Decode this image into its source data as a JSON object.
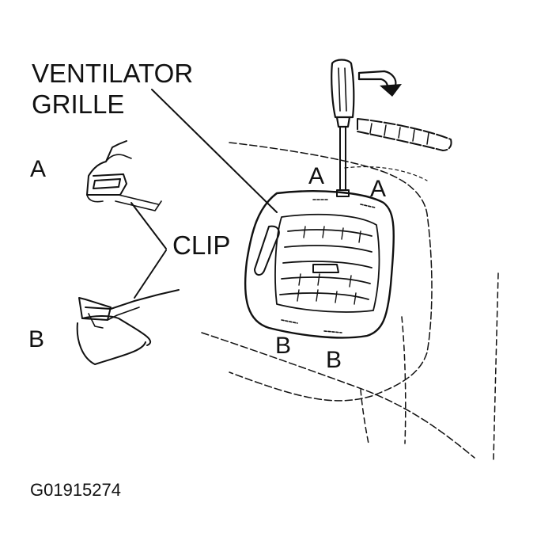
{
  "labels": {
    "title_line1": "VENTILATOR",
    "title_line2": "GRILLE",
    "clip": "CLIP",
    "a_left": "A",
    "b_left": "B",
    "a_top_left": "A",
    "a_top_right": "A",
    "b_bottom_left": "B",
    "b_bottom_right": "B",
    "figure_code": "G01915274"
  },
  "colors": {
    "ink": "#111111",
    "paper": "#ffffff"
  }
}
